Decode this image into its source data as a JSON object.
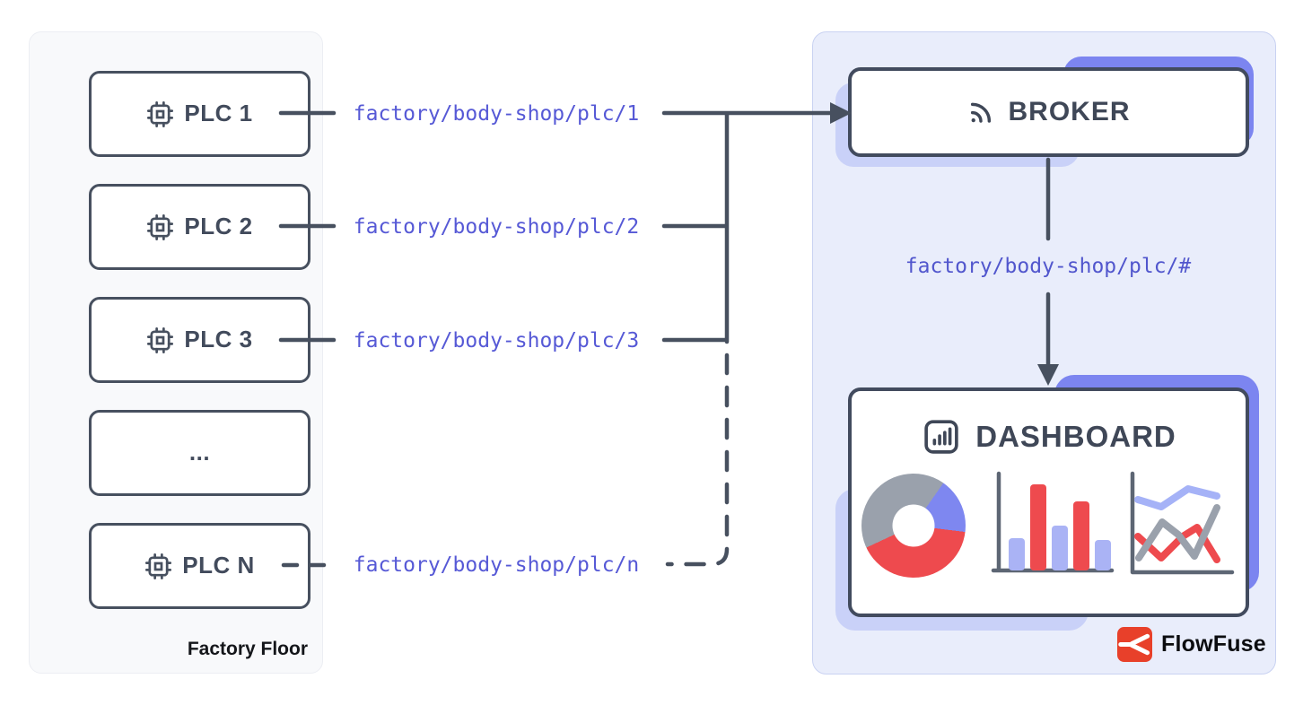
{
  "diagram_title": "Factory PLCs publishing MQTT topics to a broker feeding a dashboard",
  "colors": {
    "line_slate": "#47505f",
    "heading_slate": "#3f4757",
    "topic_text": "#5659d6",
    "left_panel_bg": "#f8f9fb",
    "right_panel_bg": "#e9edfb",
    "accent_dark_indigo": "#7c85f0",
    "accent_light_indigo": "#c9d1f8",
    "chart_red": "#ee4a4e",
    "chart_gray": "#9aa1ac",
    "chart_periwinkle": "#aab3f5",
    "brand_red": "#e8402a"
  },
  "factory_panel": {
    "label": "Factory Floor",
    "nodes": [
      {
        "label": "PLC 1",
        "icon": "chip"
      },
      {
        "label": "PLC 2",
        "icon": "chip"
      },
      {
        "label": "PLC 3",
        "icon": "chip"
      },
      {
        "label": "...",
        "icon": ""
      },
      {
        "label": "PLC N",
        "icon": "chip"
      }
    ]
  },
  "topics": [
    {
      "text": "factory/body-shop/plc/1",
      "line_style": "solid"
    },
    {
      "text": "factory/body-shop/plc/2",
      "line_style": "solid"
    },
    {
      "text": "factory/body-shop/plc/3",
      "line_style": "solid"
    },
    {
      "text": "factory/body-shop/plc/n",
      "line_style": "dashed"
    }
  ],
  "broker": {
    "label": "BROKER",
    "icon": "rss"
  },
  "subscription_topic": "factory/body-shop/plc/#",
  "dashboard": {
    "label": "DASHBOARD",
    "icon": "bar-chart",
    "charts": {
      "donut": {
        "type": "pie",
        "segments": [
          {
            "color": "gray",
            "percent": 42
          },
          {
            "color": "indigo",
            "percent": 17
          },
          {
            "color": "red",
            "percent": 41
          }
        ]
      },
      "bars": {
        "type": "bar",
        "values": [
          30,
          80,
          42,
          64,
          28
        ],
        "colors": [
          "periwinkle",
          "red",
          "periwinkle",
          "red",
          "periwinkle"
        ]
      },
      "lines": {
        "type": "line",
        "series": [
          {
            "color": "red",
            "y": [
              70,
              94,
              72,
              62,
              96
            ]
          },
          {
            "color": "gray",
            "y": [
              94,
              56,
              70,
              92,
              42
            ]
          },
          {
            "color": "periwinkle",
            "y": [
              32,
              40,
              20,
              28
            ]
          }
        ]
      }
    }
  },
  "brand": {
    "name": "FlowFuse"
  }
}
